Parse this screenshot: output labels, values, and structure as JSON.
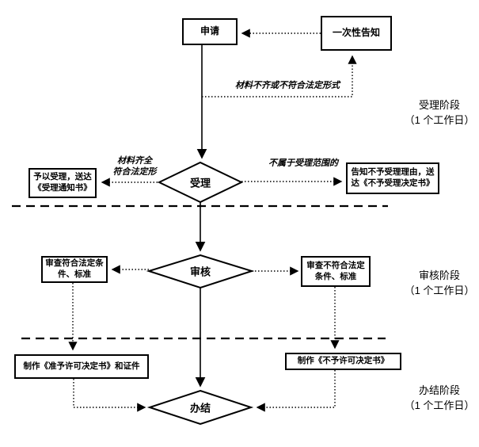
{
  "flowchart": {
    "nodes": {
      "apply": "申请",
      "one_time_notice": "一次性告知",
      "accept": "受理",
      "review": "审核",
      "finish": "办结",
      "accept_yes": "予以受理，送达《受理通知书》",
      "accept_no": "告知不予受理理由，送达《不予受理决定书》",
      "review_pass": "审查符合法定条件、标准",
      "review_fail": "审查不符合法定条件、标准",
      "make_permit": "制作《准予许可决定书》和证件",
      "make_denial": "制作《不予许可决定书》"
    },
    "edge_labels": {
      "materials_bad": "材料不齐或不符合法定形式",
      "materials_ok_line1": "材料齐全",
      "materials_ok_line2": "符合法定形",
      "not_in_scope": "不属于受理范围的"
    },
    "stages": [
      {
        "name": "受理阶段",
        "duration": "（1 个工作日）"
      },
      {
        "name": "审核阶段",
        "duration": "（1 个工作日）"
      },
      {
        "name": "办结阶段",
        "duration": "（1 个工作日）"
      }
    ],
    "colors": {
      "line": "#000000",
      "background": "#ffffff"
    }
  }
}
